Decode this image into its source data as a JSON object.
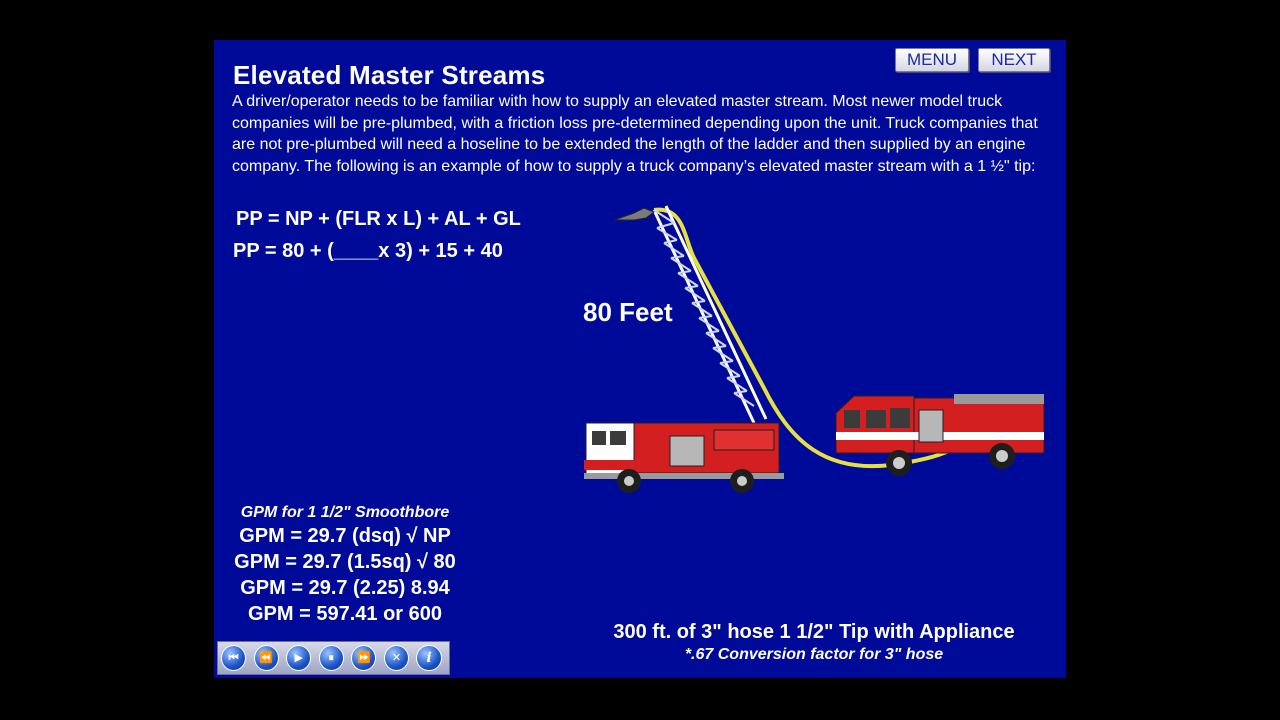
{
  "nav": {
    "menu_label": "MENU",
    "next_label": "NEXT"
  },
  "title": "Elevated Master Streams",
  "intro": "A driver/operator needs to be familiar with how to supply an elevated master stream.  Most newer model truck companies will be pre-plumbed, with a friction loss pre-determined depending upon the unit.  Truck companies that are not pre-plumbed will need a hoseline to be extended the length of the ladder and then supplied by an engine company.  The following is an example of how to supply a truck company’s elevated master stream with a 1 ½\" tip:",
  "formulas": {
    "line1": "PP = NP + (FLR x L) + AL + GL",
    "line2": "PP = 80 + (____x 3) + 15 + 40"
  },
  "ladder_height": "80 Feet",
  "gpm": {
    "heading": "GPM for 1 1/2\" Smoothbore",
    "lines": [
      "GPM = 29.7 (dsq) √ NP",
      "GPM = 29.7 (1.5sq) √ 80",
      "GPM = 29.7 (2.25) 8.94",
      "GPM = 597.41 or 600"
    ]
  },
  "hose_caption": {
    "title": "300 ft. of 3\" hose 1 1/2\" Tip with Appliance",
    "subtitle": "*.67 Conversion factor for 3\" hose"
  },
  "player": {
    "buttons": [
      {
        "name": "skip-to-start-icon",
        "glyph": "⏮"
      },
      {
        "name": "rewind-icon",
        "glyph": "⏪"
      },
      {
        "name": "play-icon",
        "glyph": "▶"
      },
      {
        "name": "pause-icon",
        "glyph": "⏸"
      },
      {
        "name": "fast-forward-icon",
        "glyph": "⏩"
      },
      {
        "name": "close-icon",
        "glyph": "✕"
      },
      {
        "name": "info-icon",
        "glyph": "i"
      }
    ]
  },
  "colors": {
    "slide_background": "#000a99",
    "truck_red": "#d31f1f",
    "hose_yellow": "#e8e040"
  }
}
